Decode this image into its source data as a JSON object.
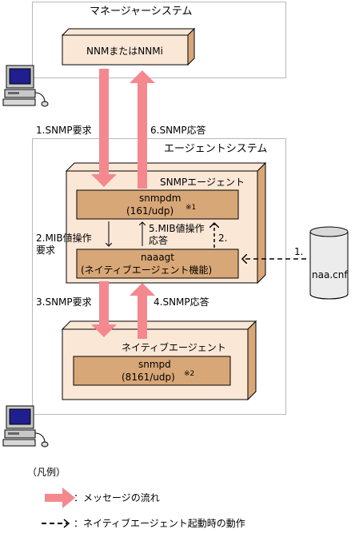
{
  "manager_system": {
    "title": "マネージャーシステム",
    "box_label": "NNMまたはNNMi"
  },
  "agent_system": {
    "title": "エージェントシステム",
    "snmp_agent": {
      "title": "SNMPエージェント",
      "snmpdm_line1": "snmpdm",
      "snmpdm_line2": "(161/udp)",
      "snmpdm_note": "※1",
      "naaagt_line1": "naaagt",
      "naaagt_line2": "(ネイティブエージェント機能)"
    },
    "native_agent": {
      "title": "ネイティブエージェント",
      "snmpd_line1": "snmpd",
      "snmpd_line2": "(8161/udp)",
      "snmpd_note": "※2"
    }
  },
  "messages": {
    "m1": "1.SNMP要求",
    "m6": "6.SNMP応答",
    "m2_line1": "2.MIB値操作",
    "m2_line2": "要求",
    "m5_line1": "5.MIB値操作",
    "m5_line2": "応答",
    "dashed2": "2.",
    "dashed1": "1.",
    "m3": "3.SNMP要求",
    "m4": "4.SNMP応答"
  },
  "config_file": "naa.cnf",
  "legend": {
    "title": "（凡例）",
    "message_flow": "：メッセージの流れ",
    "startup_action": "：ネイティブエージェント起動時の動作"
  },
  "colors": {
    "arrow_pink": "#f4888f",
    "box_light": "#fbe7d6",
    "box_mid": "#d8a777",
    "frame_gray": "#b9b9b9"
  }
}
